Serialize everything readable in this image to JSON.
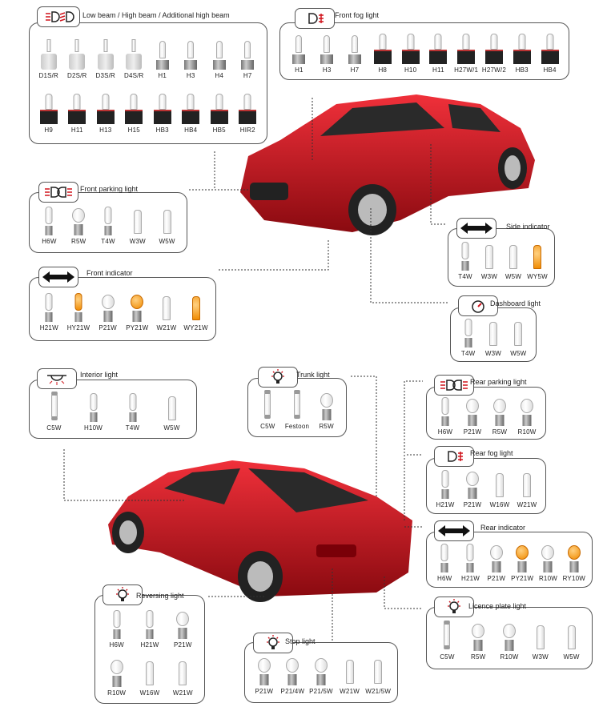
{
  "colors": {
    "amber": "#f08a00",
    "red": "#d0141c",
    "frame": "#555555"
  },
  "groups": [
    {
      "title": "Low beam / High beam / Additional high beam",
      "icon": "headlight-icon",
      "items": [
        {
          "label": "D1S/R",
          "kind": "xenon"
        },
        {
          "label": "D2S/R",
          "kind": "xenon"
        },
        {
          "label": "D3S/R",
          "kind": "xenon"
        },
        {
          "label": "D4S/R",
          "kind": "xenon"
        },
        {
          "label": "H1",
          "kind": "halogen"
        },
        {
          "label": "H3",
          "kind": "halogen"
        },
        {
          "label": "H4",
          "kind": "halogen"
        },
        {
          "label": "H7",
          "kind": "halogen"
        },
        {
          "label": "H9",
          "kind": "socket"
        },
        {
          "label": "H11",
          "kind": "socket"
        },
        {
          "label": "H13",
          "kind": "socket"
        },
        {
          "label": "H15",
          "kind": "socket"
        },
        {
          "label": "HB3",
          "kind": "socket"
        },
        {
          "label": "HB4",
          "kind": "socket"
        },
        {
          "label": "HB5",
          "kind": "socket"
        },
        {
          "label": "HIR2",
          "kind": "socket"
        }
      ]
    },
    {
      "title": "Front fog light",
      "icon": "fog-light-icon",
      "items": [
        {
          "label": "H1",
          "kind": "halogen"
        },
        {
          "label": "H3",
          "kind": "halogen"
        },
        {
          "label": "H7",
          "kind": "halogen"
        },
        {
          "label": "H8",
          "kind": "socket"
        },
        {
          "label": "H10",
          "kind": "socket"
        },
        {
          "label": "H11",
          "kind": "socket"
        },
        {
          "label": "H27W/1",
          "kind": "socket"
        },
        {
          "label": "H27W/2",
          "kind": "socket"
        },
        {
          "label": "HB3",
          "kind": "socket"
        },
        {
          "label": "HB4",
          "kind": "socket"
        }
      ]
    },
    {
      "title": "Front parking light",
      "icon": "parking-light-icon",
      "items": [
        {
          "label": "H6W",
          "kind": "capsule"
        },
        {
          "label": "R5W",
          "kind": "ball"
        },
        {
          "label": "T4W",
          "kind": "capsule"
        },
        {
          "label": "W3W",
          "kind": "wedge"
        },
        {
          "label": "W5W",
          "kind": "wedge"
        }
      ]
    },
    {
      "title": "Front indicator",
      "icon": "double-arrow-icon",
      "items": [
        {
          "label": "H21W",
          "kind": "capsule"
        },
        {
          "label": "HY21W",
          "kind": "capsule",
          "amber": true
        },
        {
          "label": "P21W",
          "kind": "ball"
        },
        {
          "label": "PY21W",
          "kind": "ball",
          "amber": true
        },
        {
          "label": "W21W",
          "kind": "wedge"
        },
        {
          "label": "WY21W",
          "kind": "wedge",
          "amber": true
        }
      ]
    },
    {
      "title": "Side indicator",
      "icon": "double-arrow-icon",
      "items": [
        {
          "label": "T4W",
          "kind": "capsule"
        },
        {
          "label": "W3W",
          "kind": "wedge"
        },
        {
          "label": "W5W",
          "kind": "wedge"
        },
        {
          "label": "WY5W",
          "kind": "wedge",
          "amber": true
        }
      ]
    },
    {
      "title": "Dashboard light",
      "icon": "dashboard-gauge-icon",
      "items": [
        {
          "label": "T4W",
          "kind": "capsule"
        },
        {
          "label": "W3W",
          "kind": "wedge"
        },
        {
          "label": "W5W",
          "kind": "wedge"
        }
      ]
    },
    {
      "title": "Interior light",
      "icon": "interior-light-icon",
      "items": [
        {
          "label": "C5W",
          "kind": "festoon"
        },
        {
          "label": "H10W",
          "kind": "capsule"
        },
        {
          "label": "T4W",
          "kind": "capsule"
        },
        {
          "label": "W5W",
          "kind": "wedge"
        }
      ]
    },
    {
      "title": "Trunk light",
      "icon": "bulb-rays-icon",
      "items": [
        {
          "label": "C5W",
          "kind": "festoon"
        },
        {
          "label": "Festoon",
          "kind": "festoon"
        },
        {
          "label": "R5W",
          "kind": "ball"
        }
      ]
    },
    {
      "title": "Rear parking light",
      "icon": "parking-light-icon",
      "items": [
        {
          "label": "H6W",
          "kind": "capsule"
        },
        {
          "label": "P21W",
          "kind": "ball"
        },
        {
          "label": "R5W",
          "kind": "ball"
        },
        {
          "label": "R10W",
          "kind": "ball"
        }
      ]
    },
    {
      "title": "Rear fog light",
      "icon": "fog-light-icon",
      "items": [
        {
          "label": "H21W",
          "kind": "capsule"
        },
        {
          "label": "P21W",
          "kind": "ball"
        },
        {
          "label": "W16W",
          "kind": "wedge"
        },
        {
          "label": "W21W",
          "kind": "wedge"
        }
      ]
    },
    {
      "title": "Rear indicator",
      "icon": "double-arrow-icon",
      "items": [
        {
          "label": "H6W",
          "kind": "capsule"
        },
        {
          "label": "H21W",
          "kind": "capsule"
        },
        {
          "label": "P21W",
          "kind": "ball"
        },
        {
          "label": "PY21W",
          "kind": "ball",
          "amber": true
        },
        {
          "label": "R10W",
          "kind": "ball"
        },
        {
          "label": "RY10W",
          "kind": "ball",
          "amber": true
        }
      ]
    },
    {
      "title": "Licence plate light",
      "icon": "bulb-rays-icon",
      "items": [
        {
          "label": "C5W",
          "kind": "festoon"
        },
        {
          "label": "R5W",
          "kind": "ball"
        },
        {
          "label": "R10W",
          "kind": "ball"
        },
        {
          "label": "W3W",
          "kind": "wedge"
        },
        {
          "label": "W5W",
          "kind": "wedge"
        }
      ]
    },
    {
      "title": "Reversing light",
      "icon": "bulb-rays-icon",
      "items": [
        {
          "label": "H6W",
          "kind": "capsule"
        },
        {
          "label": "H21W",
          "kind": "capsule"
        },
        {
          "label": "P21W",
          "kind": "ball"
        },
        {
          "label": "R10W",
          "kind": "ball"
        },
        {
          "label": "W16W",
          "kind": "wedge"
        },
        {
          "label": "W21W",
          "kind": "wedge"
        }
      ]
    },
    {
      "title": "Stop light",
      "icon": "bulb-rays-icon",
      "items": [
        {
          "label": "P21W",
          "kind": "ball"
        },
        {
          "label": "P21/4W",
          "kind": "ball"
        },
        {
          "label": "P21/5W",
          "kind": "ball"
        },
        {
          "label": "W21W",
          "kind": "wedge"
        },
        {
          "label": "W21/5W",
          "kind": "wedge"
        }
      ]
    }
  ]
}
